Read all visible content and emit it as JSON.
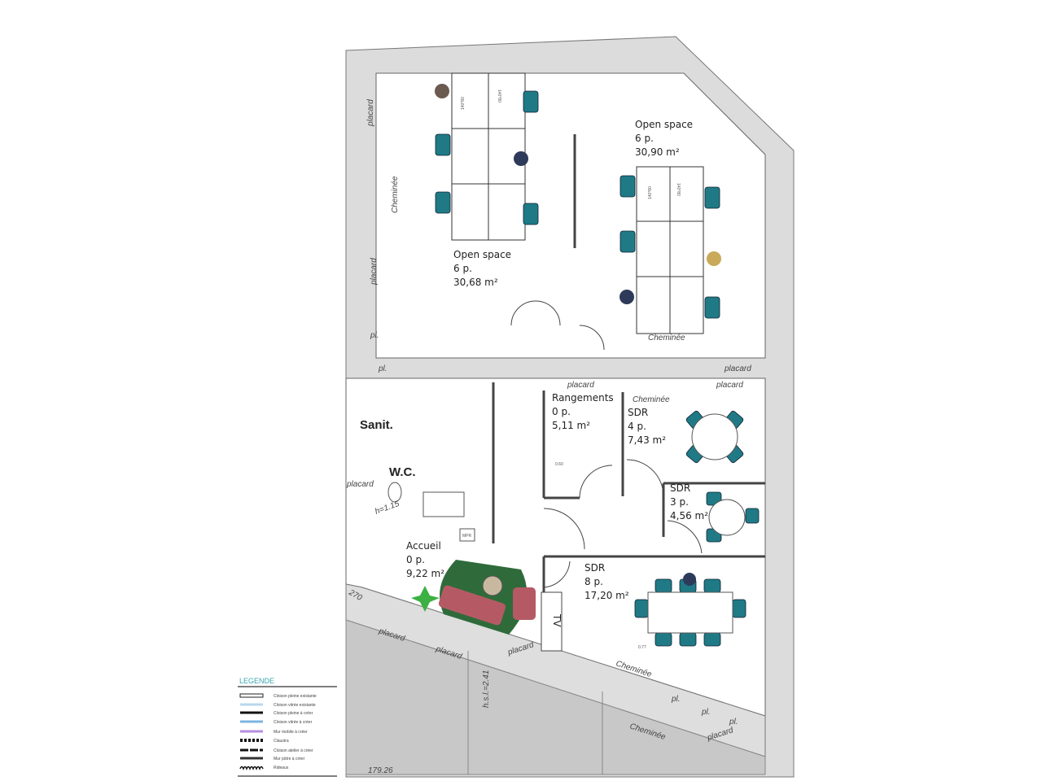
{
  "rooms": [
    {
      "name": "Open space",
      "capacity": "6 p.",
      "area": "30,68 m²"
    },
    {
      "name": "Open space",
      "capacity": "6 p.",
      "area": "30,90 m²"
    },
    {
      "name": "Rangements",
      "capacity": "0 p.",
      "area": "5,11 m²"
    },
    {
      "name": "SDR",
      "capacity": "4 p.",
      "area": "7,43 m²"
    },
    {
      "name": "SDR",
      "capacity": "3 p.",
      "area": "4,56 m²"
    },
    {
      "name": "Accueil",
      "capacity": "0 p.",
      "area": "9,22 m²"
    },
    {
      "name": "SDR",
      "capacity": "8 p.",
      "area": "17,20 m²"
    }
  ],
  "sanitary": {
    "sanit": "Sanit.",
    "wc": "W.C.",
    "height": "h=1.15",
    "mpr": "MPR"
  },
  "annotations": {
    "placard": "placard",
    "cheminee": "Cheminée",
    "pl": "pl.",
    "tv": "TV",
    "dim_060": "0.60",
    "dim_077": "0.77",
    "dim_179": "179.26",
    "hsl": "h.s.l.=2.41",
    "n270": "270",
    "desk": "140*80"
  },
  "legend": {
    "title": "LEGENDE",
    "items": [
      {
        "label": "Cloison pleine existante",
        "style": "outline"
      },
      {
        "label": "Cloison vitrée existante",
        "style": "light-blue"
      },
      {
        "label": "Cloison pleine à créer",
        "style": "black"
      },
      {
        "label": "Cloison vitrée à créer",
        "style": "blue"
      },
      {
        "label": "Mur mobile à créer",
        "style": "purple"
      },
      {
        "label": "Claustra",
        "style": "dotted"
      },
      {
        "label": "Cloison atelier à créer",
        "style": "dashed"
      },
      {
        "label": "Mur pûtre à créer",
        "style": "double"
      },
      {
        "label": "Rideaux",
        "style": "wave"
      }
    ]
  },
  "colors": {
    "chair": "#1f7a86",
    "rug": "#2f6b3a",
    "sofa": "#b55a64",
    "wall": "#dcdcdc",
    "legend_title": "#3aa6b0"
  }
}
